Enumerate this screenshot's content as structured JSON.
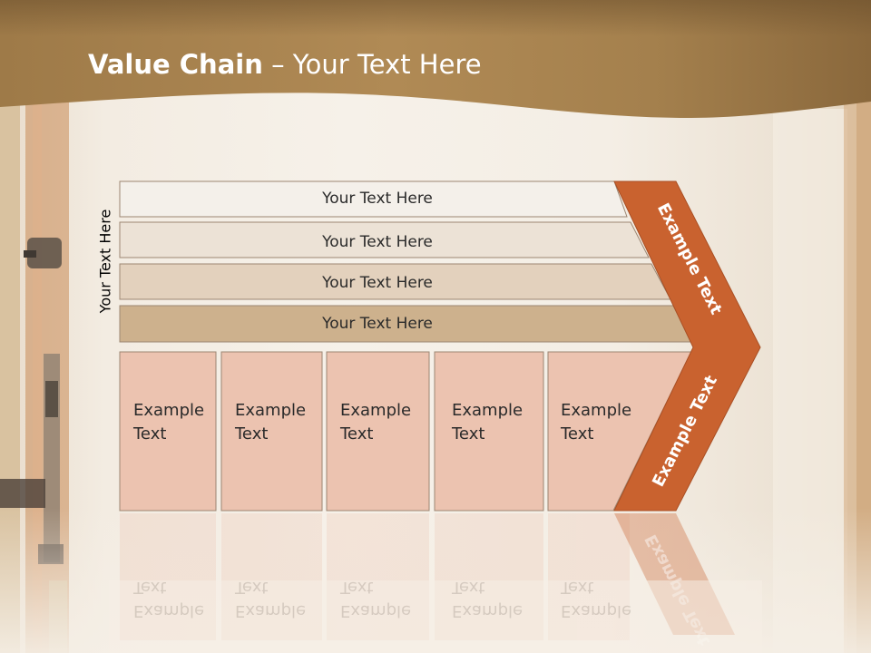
{
  "title": {
    "bold": "Value Chain",
    "rest": " – Your Text Here"
  },
  "side_label": "Your Text Here",
  "bars": [
    "Your Text Here",
    "Your Text Here",
    "Your Text Here",
    "Your Text Here"
  ],
  "cells": [
    {
      "line1": "Example",
      "line2": "Text"
    },
    {
      "line1": "Example",
      "line2": "Text"
    },
    {
      "line1": "Example",
      "line2": "Text"
    },
    {
      "line1": "Example",
      "line2": "Text"
    },
    {
      "line1": "Example",
      "line2": "Text"
    }
  ],
  "chevron": {
    "upper": "Example Text",
    "lower": "Example Text"
  },
  "colors": {
    "header_brown": "#8c6a3c",
    "chevron_orange": "#c9622f",
    "cell_pink": "#ecc3b0",
    "bar_1": "#f4f0ea",
    "bar_2": "#ece2d6",
    "bar_3": "#e3d1bd",
    "bar_4": "#cdb18d"
  }
}
